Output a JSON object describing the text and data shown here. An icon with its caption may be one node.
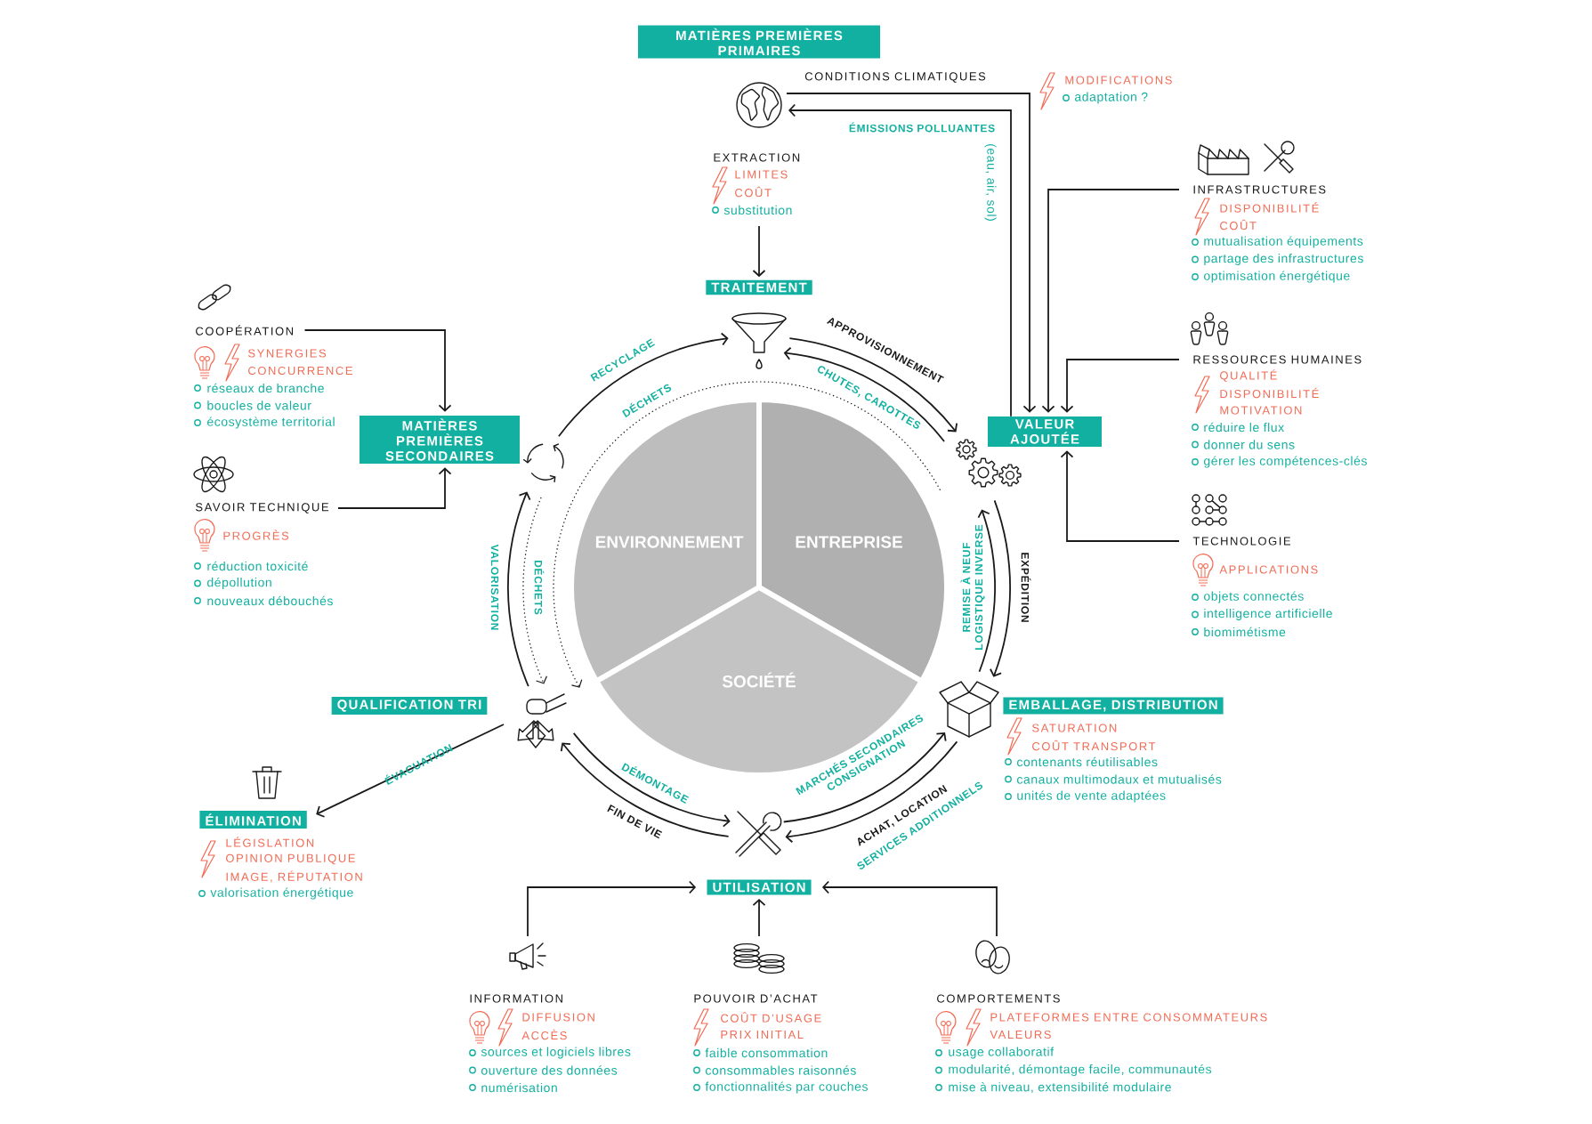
{
  "diagram": {
    "nodes": [
      {
        "text": [
          "MATIÈRES PREMIÈRES PRIMAIRES"
        ]
      },
      {
        "text": [],
        "shape": "picture"
      },
      {
        "text": [
          "EXTRACTION",
          "LIMITES",
          "COÛT",
          "substitution"
        ]
      },
      {
        "text": [
          "INFRASTRUCTURES",
          "DISPONIBILITÉ",
          "COÛT",
          "mutualisation équipements",
          "partage des infrastructures",
          "optimisation énergétique"
        ]
      },
      {
        "text": [
          "TRAITEMENT"
        ]
      },
      {
        "text": [],
        "shape": "picture"
      },
      {
        "text": [
          "COOPÉRATION",
          "SYNERGIES",
          "CONCURRENCE",
          "réseaux de branche",
          "boucles de valeur",
          "écosystème territorial"
        ]
      },
      {
        "text": [
          "RESSOURCES HUMAINES",
          "QUALITÉ",
          "DISPONIBILITÉ",
          "MOTIVATION",
          "réduire le flux",
          "donner du sens",
          "gérer les compétences-clés"
        ]
      },
      {
        "text": [
          "MATIÈRES PREMIÈRES SECONDAIRES"
        ]
      },
      {
        "text": [],
        "shape": "picture"
      },
      {
        "text": [
          "VALEUR AJOUTÉE"
        ]
      },
      {
        "text": [],
        "shape": "picture"
      },
      {
        "text": [
          "SAVOIR TECHNIQUE",
          "PROGRÈS",
          "réduction toxicité",
          "dépollution",
          "nouveaux débouchés"
        ]
      },
      {
        "text": [
          "TECHNOLOGIE",
          "APPLICATIONS",
          "objets connectés",
          "intelligence artificielle",
          "biomimétisme"
        ]
      },
      {
        "text": [
          "QUALIFICATION TRI"
        ]
      },
      {
        "text": [],
        "shape": "picture"
      },
      {
        "text": [],
        "shape": "picture"
      },
      {
        "text": [
          "EMBALLAGE, DISTRIBUTION",
          "SATURATION",
          "COÛT TRANSPORT",
          "contenants réutilisables",
          "canaux multimodaux et mutualisés",
          "unités de vente adaptées"
        ]
      },
      {
        "text": [
          "ÉLIMINATION",
          "LÉGISLATION",
          "OPINION PUBLIQUE",
          "IMAGE, RÉPUTATION",
          "valorisation énergétique"
        ]
      },
      {
        "text": [],
        "shape": "picture"
      },
      {
        "text": [
          "UTILISATION"
        ]
      },
      {
        "text": [
          "INFORMATION",
          "DIFFUSION",
          "ACCÈS",
          "sources et logiciels libres",
          "ouverture des données",
          "numérisation"
        ]
      },
      {
        "text": [
          "POUVOIR D’ACHAT",
          "COÛT D’USAGE",
          "PRIX INITIAL",
          "faible consommation",
          "consommables raisonnés",
          "fonctionnalités par couches"
        ]
      },
      {
        "text": [
          "COMPORTEMENTS",
          "PLATEFORMES ENTRE CONSOMMATEURS",
          "VALEURS",
          "usage collaboratif",
          "modularité, démontage facile, communautés",
          "mise à niveau, extensibilité modulaire"
        ]
      },
      {
        "text": [
          "ENVIRONNEMENT"
        ]
      },
      {
        "text": [
          "ENTREPRISE"
        ]
      },
      {
        "text": [
          "SOCIÉTÉ"
        ]
      }
    ],
    "edges": [
      {
        "from": 1,
        "to": 10,
        "arrow": "to",
        "label": "CONDITIONS CLIMATIQUES"
      },
      {
        "from": 10,
        "to": 1,
        "arrow": "to",
        "label": "ÉMISSIONS POLLUANTES"
      },
      {
        "from": 2,
        "to": 4,
        "arrow": "to"
      },
      {
        "from": 3,
        "to": 10,
        "arrow": "to"
      },
      {
        "from": 7,
        "to": 10,
        "arrow": "to"
      },
      {
        "from": 13,
        "to": 10,
        "arrow": "to"
      },
      {
        "from": 6,
        "to": 8,
        "arrow": "to"
      },
      {
        "from": 12,
        "to": 8,
        "arrow": "to"
      },
      {
        "from": 9,
        "to": 5,
        "arrow": "to",
        "label": "RECYCLAGE"
      },
      {
        "from": 5,
        "to": 11,
        "arrow": "to",
        "label": "APPROVISIONNEMENT"
      },
      {
        "from": 11,
        "to": 5,
        "arrow": "to",
        "label": "CHUTES, CAROTTES"
      },
      {
        "from": 11,
        "to": 16,
        "arrow": "to",
        "label": "EXPÉDITION"
      },
      {
        "from": 16,
        "to": 11,
        "arrow": "to",
        "label": "REMISE À NEUF LOGISTIQUE INVERSE"
      },
      {
        "from": 19,
        "to": 16,
        "arrow": "to",
        "label": "MARCHÉS SECONDAIRES CONSIGNATION"
      },
      {
        "from": 16,
        "to": 19,
        "arrow": "to",
        "label": "ACHAT, LOCATION"
      },
      {
        "from": 15,
        "to": 19,
        "arrow": "to",
        "label": "DÉMONTAGE"
      },
      {
        "from": 19,
        "to": 15,
        "arrow": "to",
        "label": "FIN DE VIE"
      },
      {
        "from": 15,
        "to": 9,
        "arrow": "to",
        "label": "VALORISATION"
      },
      {
        "from": 9,
        "to": 15,
        "arrow": "to",
        "label": "DÉCHETS",
        "style": "dashed"
      },
      {
        "from": 11,
        "to": 15,
        "arrow": "to",
        "label": "DÉCHETS",
        "style": "dashed"
      },
      {
        "from": 15,
        "to": 18,
        "arrow": "to",
        "label": "ÉVACUATION"
      },
      {
        "from": 21,
        "to": 20,
        "arrow": "to"
      },
      {
        "from": 22,
        "to": 20,
        "arrow": "to"
      },
      {
        "from": 23,
        "to": 20,
        "arrow": "to"
      }
    ],
    "labels": [
      "MODIFICATIONS",
      "adaptation ?",
      "(eau, air, sol)",
      "SERVICES ADDITIONNELS"
    ]
  }
}
